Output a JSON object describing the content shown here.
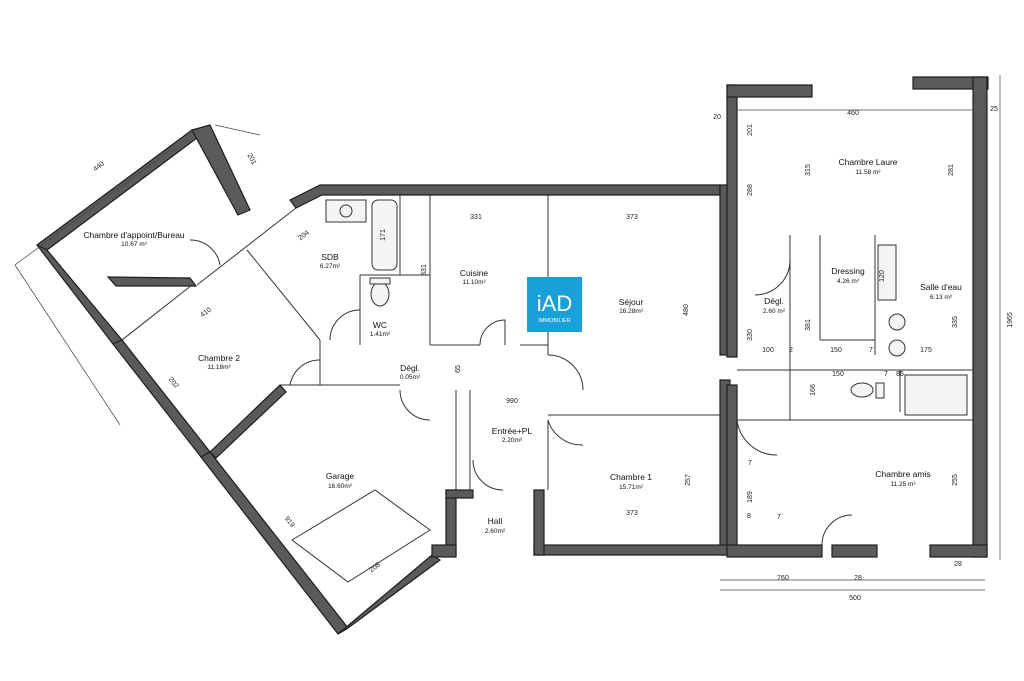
{
  "logo": {
    "brand": "iAD",
    "subtitle": "IMMOBILIER",
    "color": "#1aa0d8"
  },
  "rooms": {
    "chambre_appoint": {
      "name": "Chambre d'appoint/Bureau",
      "area": "10.67 m²"
    },
    "sdb": {
      "name": "SDB",
      "area": "6.27m²"
    },
    "cuisine": {
      "name": "Cuisine",
      "area": "11.10m²"
    },
    "sejour": {
      "name": "Séjour",
      "area": "16.28m²"
    },
    "chambre_laure": {
      "name": "Chambre Laure",
      "area": "11.58 m²"
    },
    "chambre2": {
      "name": "Chambre 2",
      "area": "11.18m²"
    },
    "wc": {
      "name": "WC",
      "area": "1.41m²"
    },
    "degl_center": {
      "name": "Dégl.",
      "area": "0.05m²"
    },
    "dressing": {
      "name": "Dressing",
      "area": "4.26 m²"
    },
    "salle_eau": {
      "name": "Salle d'eau",
      "area": "6.13 m²"
    },
    "degl_right": {
      "name": "Dégl.",
      "area": "2.60 m²"
    },
    "entree": {
      "name": "Entrée+PL",
      "area": "2.20m²"
    },
    "garage": {
      "name": "Garage",
      "area": "16.60m²"
    },
    "chambre1": {
      "name": "Chambre 1",
      "area": "15.71m²"
    },
    "chambre_amis": {
      "name": "Chambre amis",
      "area": "11.25 m²"
    },
    "hall": {
      "name": "Hall",
      "area": "2.60m²"
    }
  },
  "dimensions": {
    "d440": "440",
    "d201": "201",
    "d204": "204",
    "d171": "171",
    "d331_top": "331",
    "d331_side": "331",
    "d373_top": "373",
    "d480": "480",
    "d410": "410",
    "d202": "202",
    "d65": "65",
    "d990": "990",
    "d257": "257",
    "d373_bottom": "373",
    "d919": "919",
    "d208": "208",
    "d460": "460",
    "d315": "315",
    "d281": "281",
    "d288": "288",
    "d201_right": "201",
    "d20": "20",
    "d25": "25",
    "d1965": "1965",
    "d120": "120",
    "d381": "381",
    "d330": "330",
    "d335": "335",
    "d100": "100",
    "d2": "2",
    "d150_a": "150",
    "d7_a": "7",
    "d175": "175",
    "d150_b": "150",
    "d7_b": "7",
    "d85": "85",
    "d166": "166",
    "d255": "255",
    "d189": "189",
    "d8": "8",
    "d7_c": "7",
    "d7_d": "7",
    "d760": "760",
    "d28": "28",
    "d500": "500",
    "d28_side": "28"
  }
}
